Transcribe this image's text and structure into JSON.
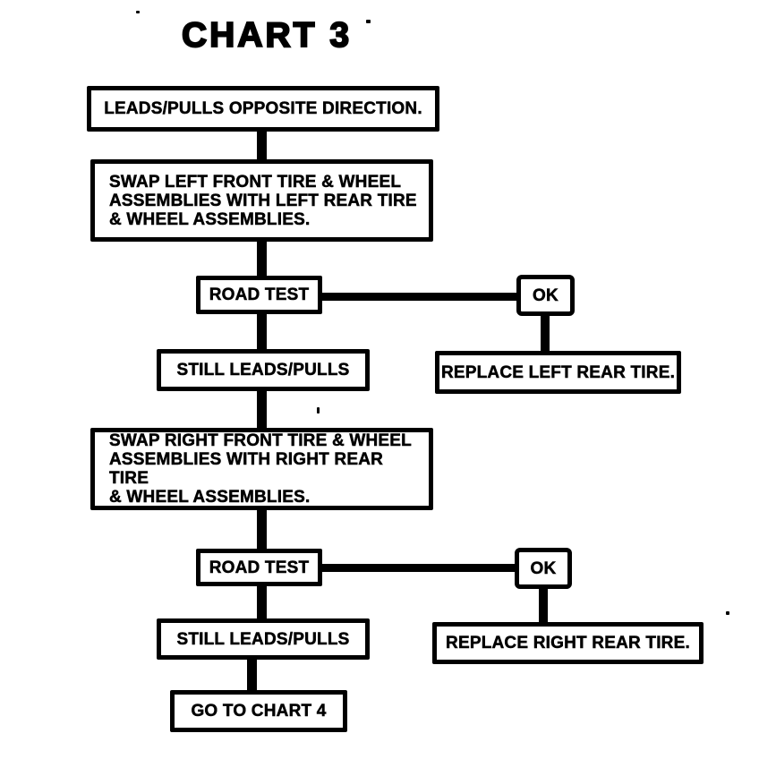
{
  "title": "CHART 3",
  "colors": {
    "ink": "#000000",
    "paper": "#ffffff"
  },
  "nodes": {
    "leads_pulls": {
      "label": "LEADS/PULLS OPPOSITE DIRECTION."
    },
    "swap_left": {
      "label": "SWAP LEFT FRONT TIRE & WHEEL\nASSEMBLIES WITH LEFT REAR TIRE\n& WHEEL ASSEMBLIES."
    },
    "road_test_1": {
      "label": "ROAD TEST"
    },
    "ok_1": {
      "label": "OK"
    },
    "replace_left": {
      "label": "REPLACE LEFT REAR TIRE."
    },
    "still_leads_1": {
      "label": "STILL LEADS/PULLS"
    },
    "swap_right": {
      "label": "SWAP RIGHT FRONT TIRE & WHEEL\nASSEMBLIES WITH RIGHT REAR TIRE\n& WHEEL ASSEMBLIES."
    },
    "road_test_2": {
      "label": "ROAD TEST"
    },
    "ok_2": {
      "label": "OK"
    },
    "replace_right": {
      "label": "REPLACE RIGHT REAR TIRE."
    },
    "still_leads_2": {
      "label": "STILL LEADS/PULLS"
    },
    "goto_chart_4": {
      "label": "GO TO CHART 4"
    }
  },
  "edges": [
    {
      "from": "leads_pulls",
      "to": "swap_left"
    },
    {
      "from": "swap_left",
      "to": "road_test_1"
    },
    {
      "from": "road_test_1",
      "to": "ok_1"
    },
    {
      "from": "ok_1",
      "to": "replace_left"
    },
    {
      "from": "road_test_1",
      "to": "still_leads_1"
    },
    {
      "from": "still_leads_1",
      "to": "swap_right"
    },
    {
      "from": "swap_right",
      "to": "road_test_2"
    },
    {
      "from": "road_test_2",
      "to": "ok_2"
    },
    {
      "from": "ok_2",
      "to": "replace_right"
    },
    {
      "from": "road_test_2",
      "to": "still_leads_2"
    },
    {
      "from": "still_leads_2",
      "to": "goto_chart_4"
    }
  ]
}
